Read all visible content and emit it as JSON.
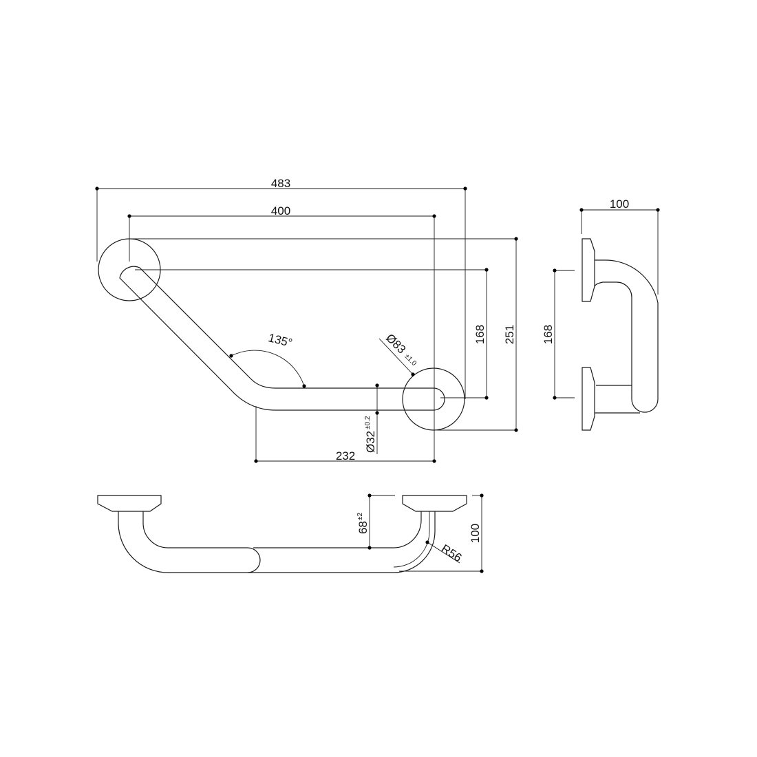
{
  "colors": {
    "line": "#1a1a1a",
    "background": "#ffffff",
    "dot": "#000000"
  },
  "top_view": {
    "overall_width": "483",
    "center_width": "400",
    "angle": "135°",
    "flange_diameter": "Ø83",
    "flange_tol": "±1.0",
    "tube_diameter": "Ø32",
    "tube_tol": "±0.2",
    "straight_length": "232",
    "center_height": "168",
    "overall_height": "251"
  },
  "side_view": {
    "depth": "100",
    "center_height": "168"
  },
  "front_view": {
    "projection": "68",
    "projection_tol": "±2",
    "radius": "R56",
    "depth": "100"
  }
}
